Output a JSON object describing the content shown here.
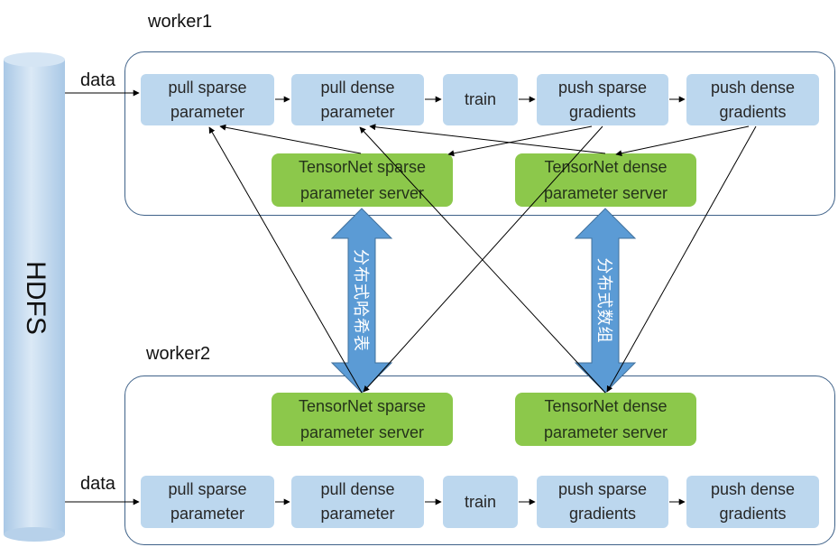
{
  "storage": {
    "label": "HDFS"
  },
  "workers": [
    {
      "title": "worker1",
      "input_label": "data",
      "steps": [
        "pull sparse\nparameter",
        "pull dense\nparameter",
        "train",
        "push sparse\ngradients",
        "push dense\ngradients"
      ],
      "servers": [
        "TensorNet sparse\nparameter server",
        "TensorNet dense\nparameter server"
      ]
    },
    {
      "title": "worker2",
      "input_label": "data",
      "steps": [
        "pull sparse\nparameter",
        "pull dense\nparameter",
        "train",
        "push sparse\ngradients",
        "push dense\ngradients"
      ],
      "servers": [
        "TensorNet sparse\nparameter server",
        "TensorNet dense\nparameter server"
      ]
    }
  ],
  "exchanges": [
    "分布式哈希表",
    "分布式数组"
  ],
  "colors": {
    "step": "#bcd7ee",
    "server": "#8cc84b",
    "frame": "#3f6289",
    "exchange": "#5b9bd5",
    "hdfs": "#bcd7ee"
  }
}
